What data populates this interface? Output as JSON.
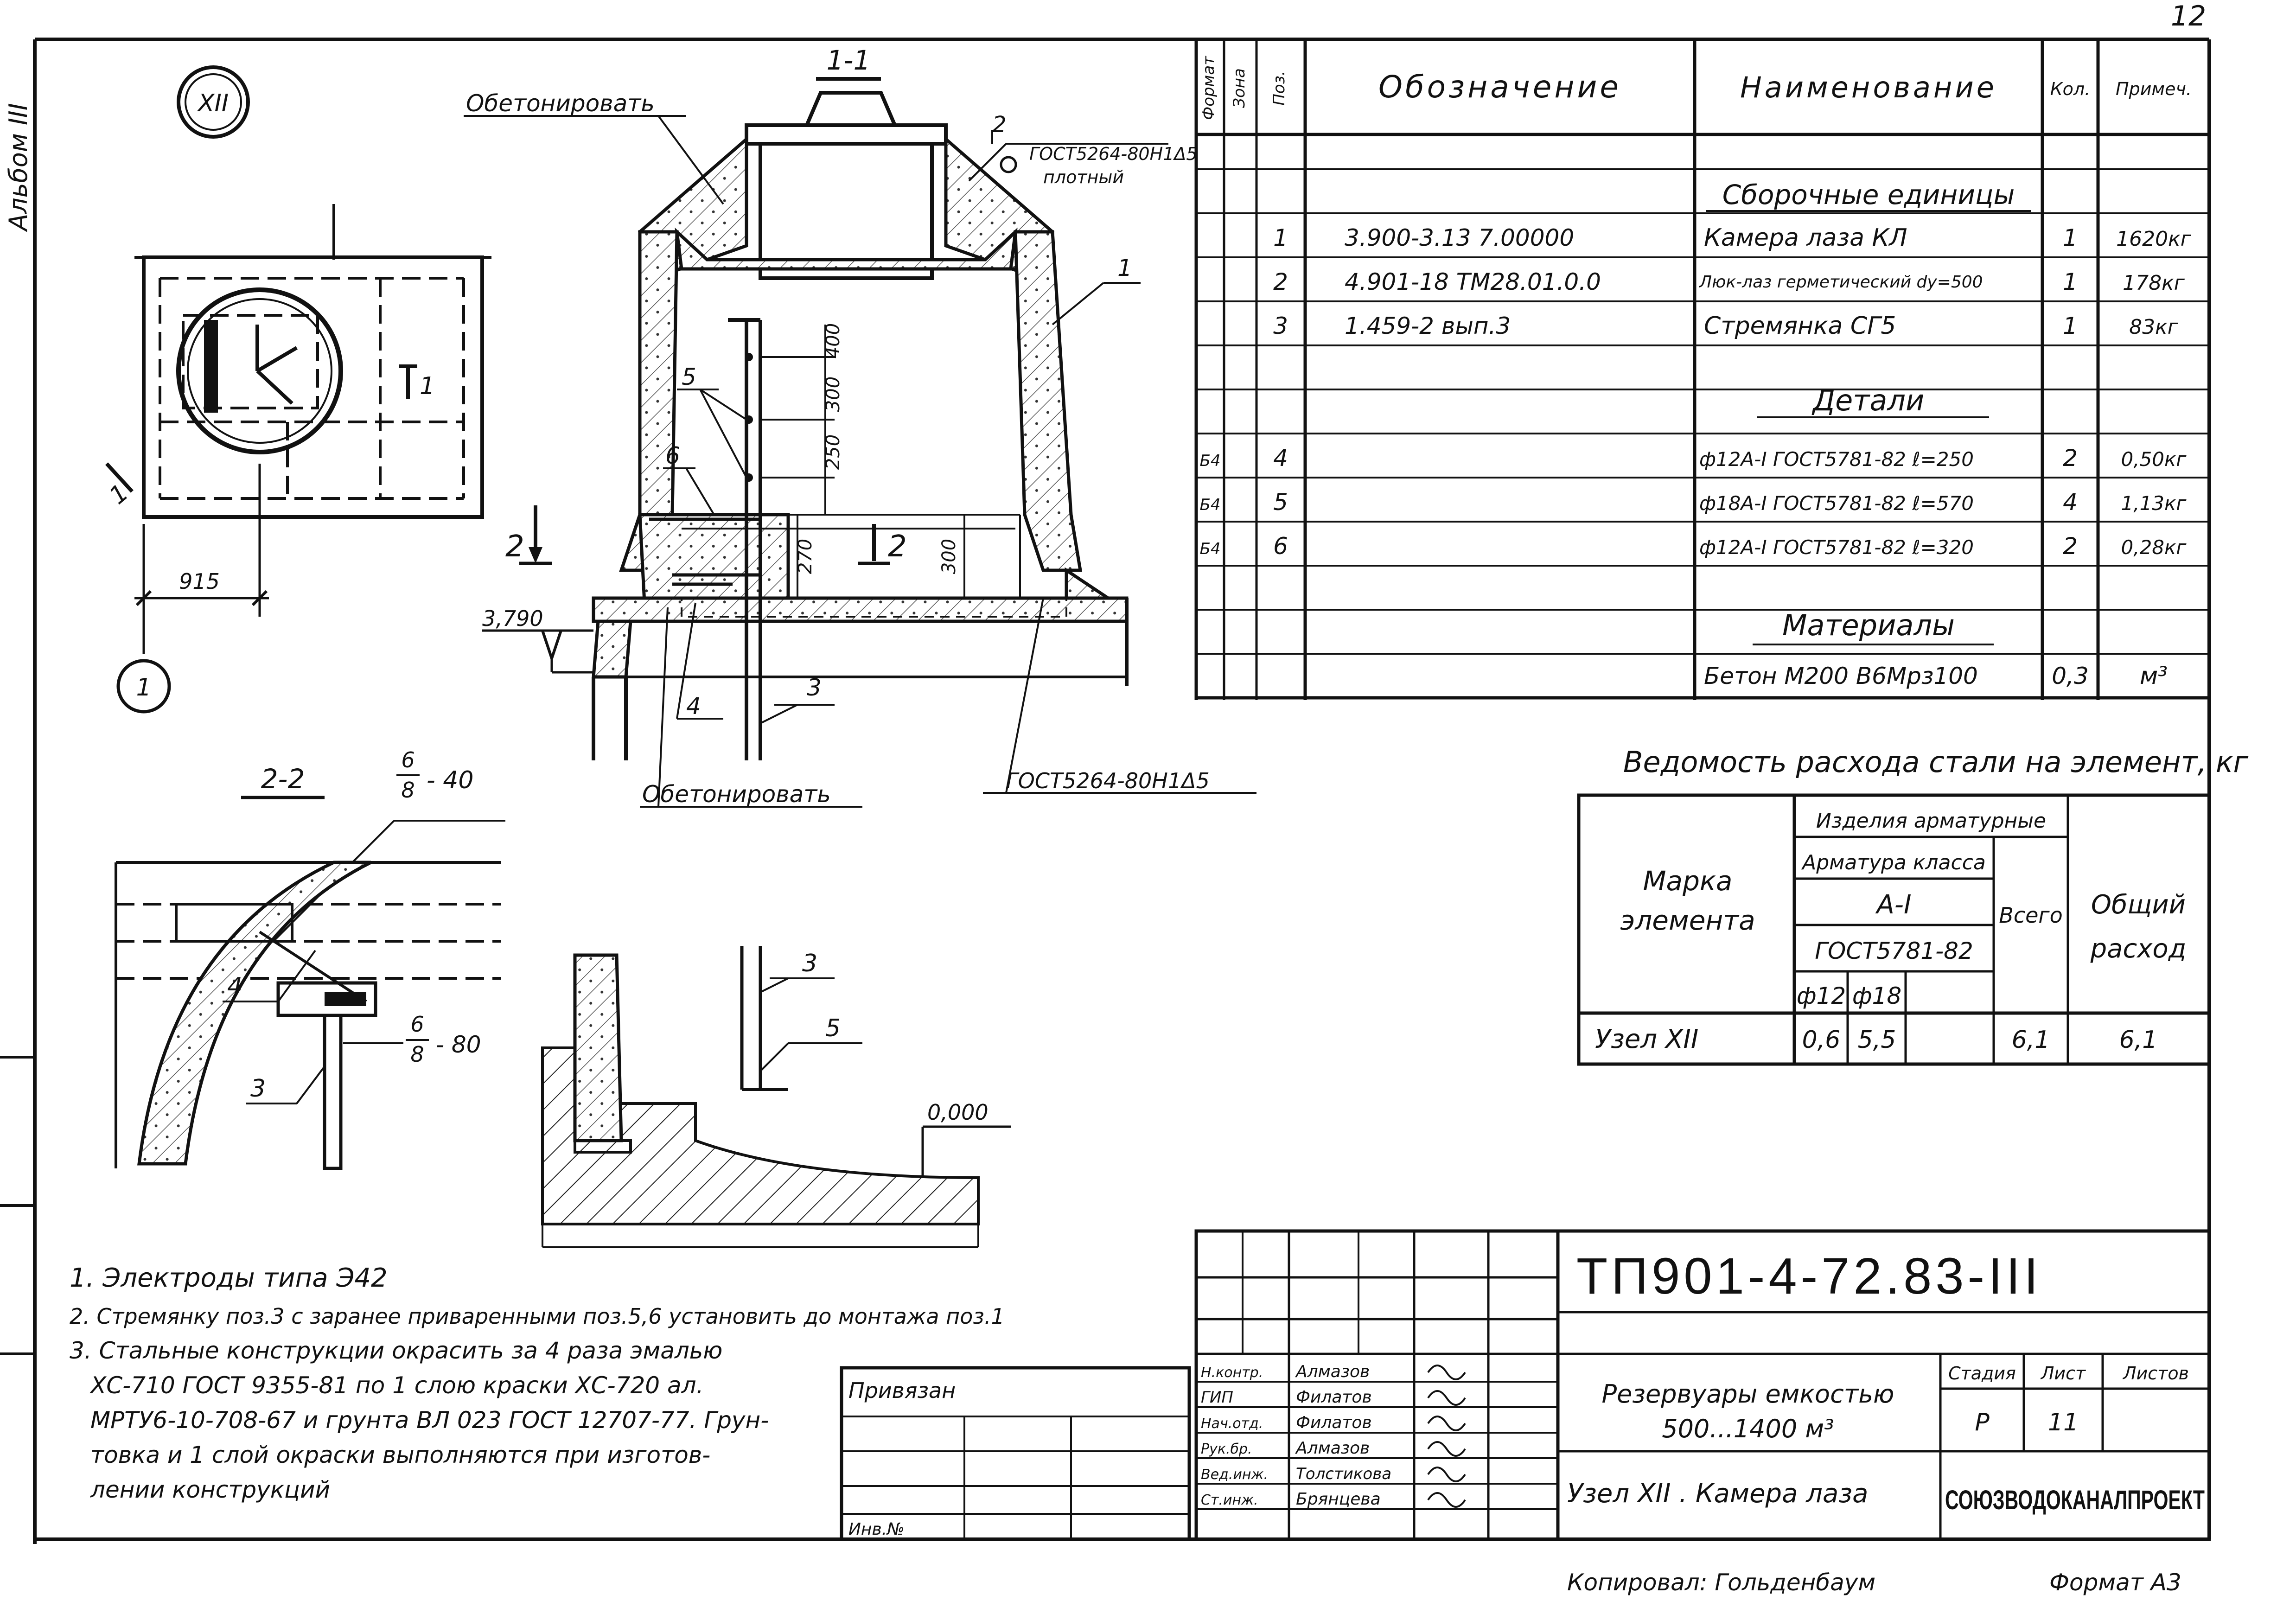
{
  "page_number": "12",
  "album_label": "Альбом III",
  "node_badge": "XII",
  "plan": {
    "dimension": "915",
    "axis_marker": "1",
    "section_mark": "1"
  },
  "section_1_1": {
    "title": "1-1",
    "note_concrete_top": "Обетонировать",
    "note_gost_top": "ГОСТ5264-80Н1Δ5",
    "note_gost_top_2": "плотный",
    "note_concrete_bottom": "Обетонировать",
    "note_gost_bottom": "ГОСТ5264-80Н1Δ5",
    "elevation": "3,790",
    "dims": [
      "400",
      "300",
      "250",
      "270",
      "300"
    ],
    "callouts": [
      "1",
      "2",
      "3",
      "4",
      "5",
      "6"
    ],
    "section_mark": "2"
  },
  "section_2_2": {
    "title": "2-2",
    "weld_top": "6/8 - 40",
    "weld_top_num": "6",
    "weld_top_den": "8",
    "weld_top_len": "- 40",
    "weld_mid_num": "6",
    "weld_mid_den": "8",
    "weld_mid_len": "- 80",
    "callouts": [
      "4",
      "3"
    ]
  },
  "detail": {
    "elevation": "0,000",
    "callouts": [
      "3",
      "5"
    ]
  },
  "spec_table": {
    "headers": [
      "Формат",
      "Зона",
      "Поз.",
      "Обозначение",
      "Наименование",
      "Кол.",
      "Примеч."
    ],
    "section_assemblies": "Сборочные единицы",
    "assemblies": [
      {
        "pos": "1",
        "designation": "3.900-3.13 7.00000",
        "name": "Камера лаза КЛ",
        "qty": "1",
        "note": "1620кг"
      },
      {
        "pos": "2",
        "designation": "4.901-18  ТМ28.01.0.0",
        "name": "Люк-лаз герметический dу=500",
        "qty": "1",
        "note": "178кг"
      },
      {
        "pos": "3",
        "designation": "1.459-2 вып.3",
        "name": "Стремянка СГ5",
        "qty": "1",
        "note": "83кг"
      }
    ],
    "section_details": "Детали",
    "details": [
      {
        "format": "Б4",
        "pos": "4",
        "name": "ф12А-I ГОСТ5781-82 ℓ=250",
        "qty": "2",
        "note": "0,50кг"
      },
      {
        "format": "Б4",
        "pos": "5",
        "name": "ф18А-I ГОСТ5781-82 ℓ=570",
        "qty": "4",
        "note": "1,13кг"
      },
      {
        "format": "Б4",
        "pos": "6",
        "name": "ф12А-I ГОСТ5781-82 ℓ=320",
        "qty": "2",
        "note": "0,28кг"
      }
    ],
    "section_materials": "Материалы",
    "materials": [
      {
        "name": "Бетон М200 В6Мрз100",
        "qty": "0,3",
        "note": "м³"
      }
    ]
  },
  "steel_table": {
    "title": "Ведомость расхода стали на элемент, кг",
    "col_mark": "Марка элемента",
    "col_mark_1": "Марка",
    "col_mark_2": "элемента",
    "col_items": "Изделия арматурные",
    "col_class": "Арматура класса",
    "col_grade": "А-I",
    "col_gost": "ГОСТ5781-82",
    "col_d12": "ф12",
    "col_d18": "ф18",
    "col_total": "Всего",
    "col_overall": "Общий расход",
    "col_overall_1": "Общий",
    "col_overall_2": "расход",
    "row": {
      "mark": "Узел XII",
      "d12": "0,6",
      "d18": "5,5",
      "total": "6,1",
      "overall": "6,1"
    }
  },
  "notes": [
    "1. Электроды типа Э42",
    "2. Стремянку поз.3 с заранее приваренными поз.5,6 установить до монтажа поз.1",
    "3. Стальные конструкции окрасить за 4 раза эмалью",
    "ХС-710 ГОСТ 9355-81 по 1 слою краски ХС-720 ал.",
    "МРТУ6-10-708-67 и грунта ВЛ 023 ГОСТ 12707-77. Грун-",
    "товка и 1 слой окраски выполняются при изготов-",
    "лении конструкций"
  ],
  "title_block": {
    "doc_number": "ТП901-4-72.83-III",
    "project_name_1": "Резервуары емкостью",
    "project_name_2": "500...1400 м³",
    "sheet_name": "Узел XII . Камера лаза",
    "organization": "СОЮЗВОДОКАНАЛПРОЕКТ",
    "stage_label": "Стадия",
    "sheet_label": "Лист",
    "sheets_label": "Листов",
    "stage": "Р",
    "sheet": "11",
    "sheets": "",
    "bound_label": "Привязан",
    "inv_label": "Инв.№",
    "roles": [
      {
        "role": "Н.контр.",
        "name": "Алмазов"
      },
      {
        "role": "ГИП",
        "name": "Филатов"
      },
      {
        "role": "Нач.отд.",
        "name": "Филатов"
      },
      {
        "role": "Рук.бр.",
        "name": "Алмазов"
      },
      {
        "role": "Вед.инж.",
        "name": "Толстикова"
      },
      {
        "role": "Ст.инж.",
        "name": "Брянцева"
      }
    ]
  },
  "footer": {
    "copied": "Копировал: Гольденбаум",
    "format": "Формат А3"
  }
}
